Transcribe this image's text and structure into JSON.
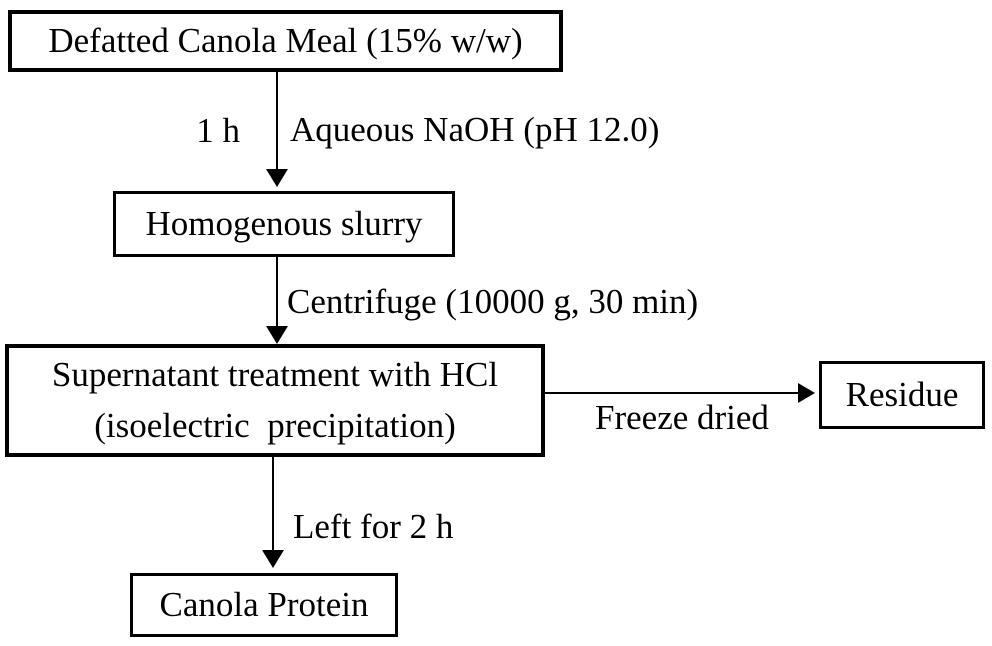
{
  "diagram": {
    "type": "flowchart",
    "background_color": "#ffffff",
    "line_color": "#000000",
    "text_color": "#000000"
  },
  "nodes": {
    "defatted_meal": "Defatted Canola Meal (15% w/w)",
    "homogenous_slurry": "Homogenous slurry",
    "supernatant": "Supernatant treatment with HCl\n(isoelectric  precipitation)",
    "residue": "Residue",
    "canola_protein": "Canola Protein"
  },
  "edge_labels": {
    "one_hour": "1 h",
    "naoh": "Aqueous NaOH (pH 12.0)",
    "centrifuge": "Centrifuge (10000 g, 30 min)",
    "freeze_dried": "Freeze dried",
    "left_two_hours": "Left for 2 h"
  }
}
